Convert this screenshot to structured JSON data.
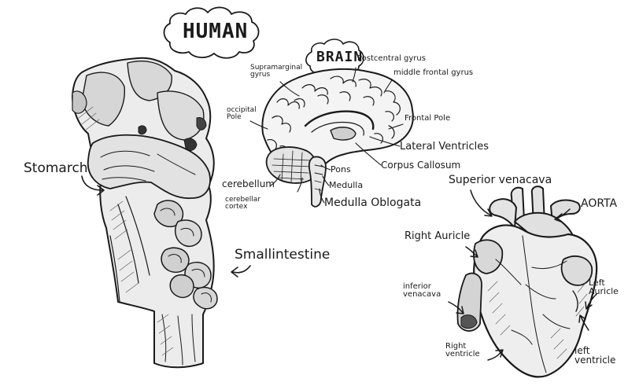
{
  "titles": {
    "human": "HUMAN",
    "brain": "BRAIN"
  },
  "torso_labels": {
    "stomach": "Stomarch",
    "small_intestine": "Smallintestine"
  },
  "brain_labels": {
    "supramarginal": "Supramarginal\ngyrus",
    "postcentral": "Postcentral gyrus",
    "middle_frontal": "middle frontal gyrus",
    "occipital": "occipital\nPole",
    "frontal_pole": "Frontal Pole",
    "lateral_ventricles": "Lateral Ventricles",
    "corpus_callosum": "Corpus Callosum",
    "cerebellum": "cerebellum",
    "pons": "Pons",
    "medulla": "Medulla",
    "cerebellar_cortex": "cerebellar\ncortex",
    "medulla_oblongata": "Medulla Oblogata"
  },
  "heart_labels": {
    "superior_venacava": "Superior venacava",
    "aorta": "AORTA",
    "right_auricle": "Right Auricle",
    "inferior_venacava": "inferior\nvenacava",
    "left_auricle": "Left\nAuricle",
    "right_ventricle": "Right\nventricle",
    "left_ventricle": "left\nventricle"
  }
}
